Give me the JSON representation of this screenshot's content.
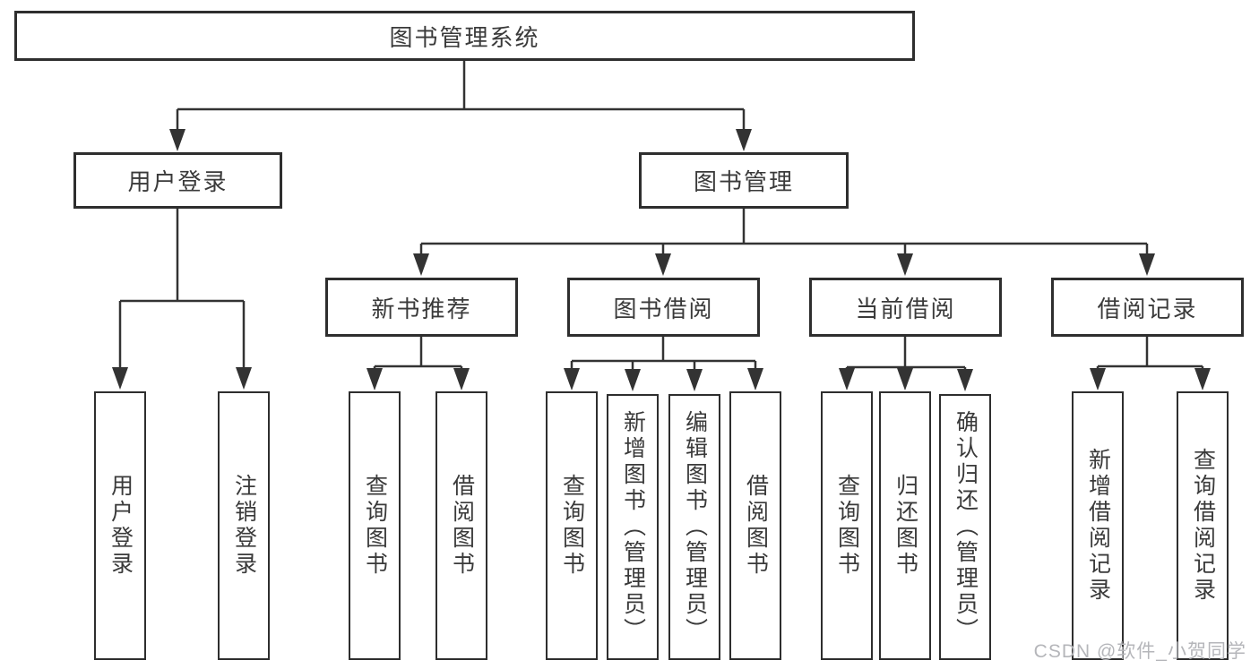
{
  "diagram": {
    "root": {
      "label": "图书管理系统"
    },
    "branches": [
      {
        "label": "用户登录",
        "children": [
          {
            "label": "用户登录"
          },
          {
            "label": "注销登录"
          }
        ]
      },
      {
        "label": "图书管理",
        "children": [
          {
            "label": "新书推荐",
            "children": [
              {
                "label": "查询图书"
              },
              {
                "label": "借阅图书"
              }
            ]
          },
          {
            "label": "图书借阅",
            "children": [
              {
                "label": "查询图书"
              },
              {
                "label": "新增图书（管理员）"
              },
              {
                "label": "编辑图书（管理员）"
              },
              {
                "label": "借阅图书"
              }
            ]
          },
          {
            "label": "当前借阅",
            "children": [
              {
                "label": "查询图书"
              },
              {
                "label": "归还图书"
              },
              {
                "label": "确认归还（管理员）"
              }
            ]
          },
          {
            "label": "借阅记录",
            "children": [
              {
                "label": "新增借阅记录"
              },
              {
                "label": "查询借阅记录"
              }
            ]
          }
        ]
      }
    ]
  },
  "watermark": {
    "text": "CSDN @软件_小贺同学"
  },
  "colors": {
    "line": "#333333",
    "box_border": "#2e2e2e",
    "text": "#3a3a3a",
    "watermark": "#b5b6ba",
    "background": "#ffffff"
  }
}
